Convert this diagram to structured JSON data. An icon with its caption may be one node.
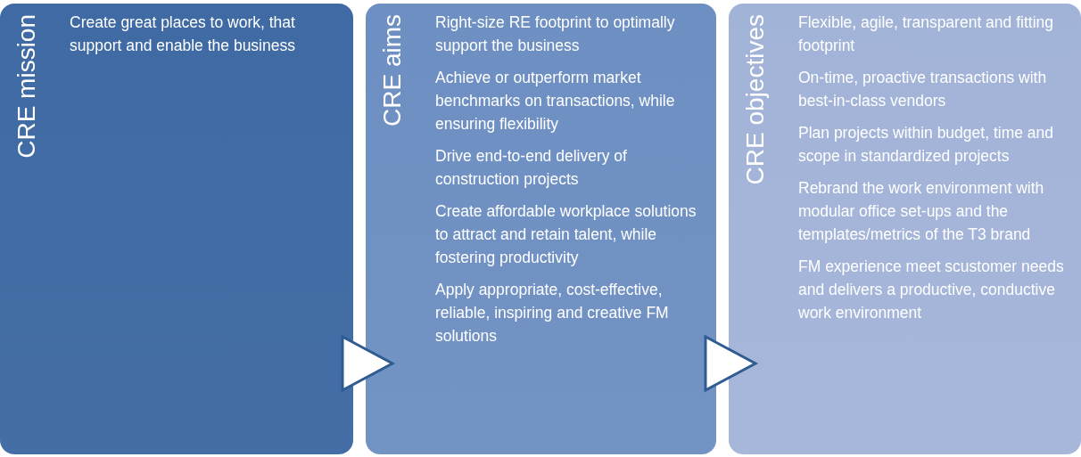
{
  "diagram": {
    "nodes": [
      {
        "text": [
          "CRE mission",
          "Create great places to work, that support and enable the business"
        ]
      },
      {
        "text": [
          "CRE aims",
          "Right-size RE footprint to optimally support the business",
          "Achieve or outperform market benchmarks on transactions, while ensuring flexibility",
          "Drive end-to-end delivery of construction projects",
          "Create affordable workplace solutions to attract and retain talent, while fostering productivity",
          "Apply appropriate, cost-effective, reliable, inspiring and creative FM solutions"
        ]
      },
      {
        "text": [
          "CRE objectives",
          "Flexible, agile, transparent and fitting footprint",
          "On-time, proactive transactions with best-in-class vendors",
          "Plan projects within budget, time and scope in standardized projects",
          "Rebrand the work environment with modular office set-ups and the templates/metrics of the  T3 brand",
          "FM experience meet scustomer needs and delivers a productive, conductive work environment"
        ]
      }
    ],
    "edges": [
      {
        "from": 0,
        "to": 1,
        "arrow": "to"
      },
      {
        "from": 1,
        "to": 2,
        "arrow": "to"
      }
    ]
  }
}
